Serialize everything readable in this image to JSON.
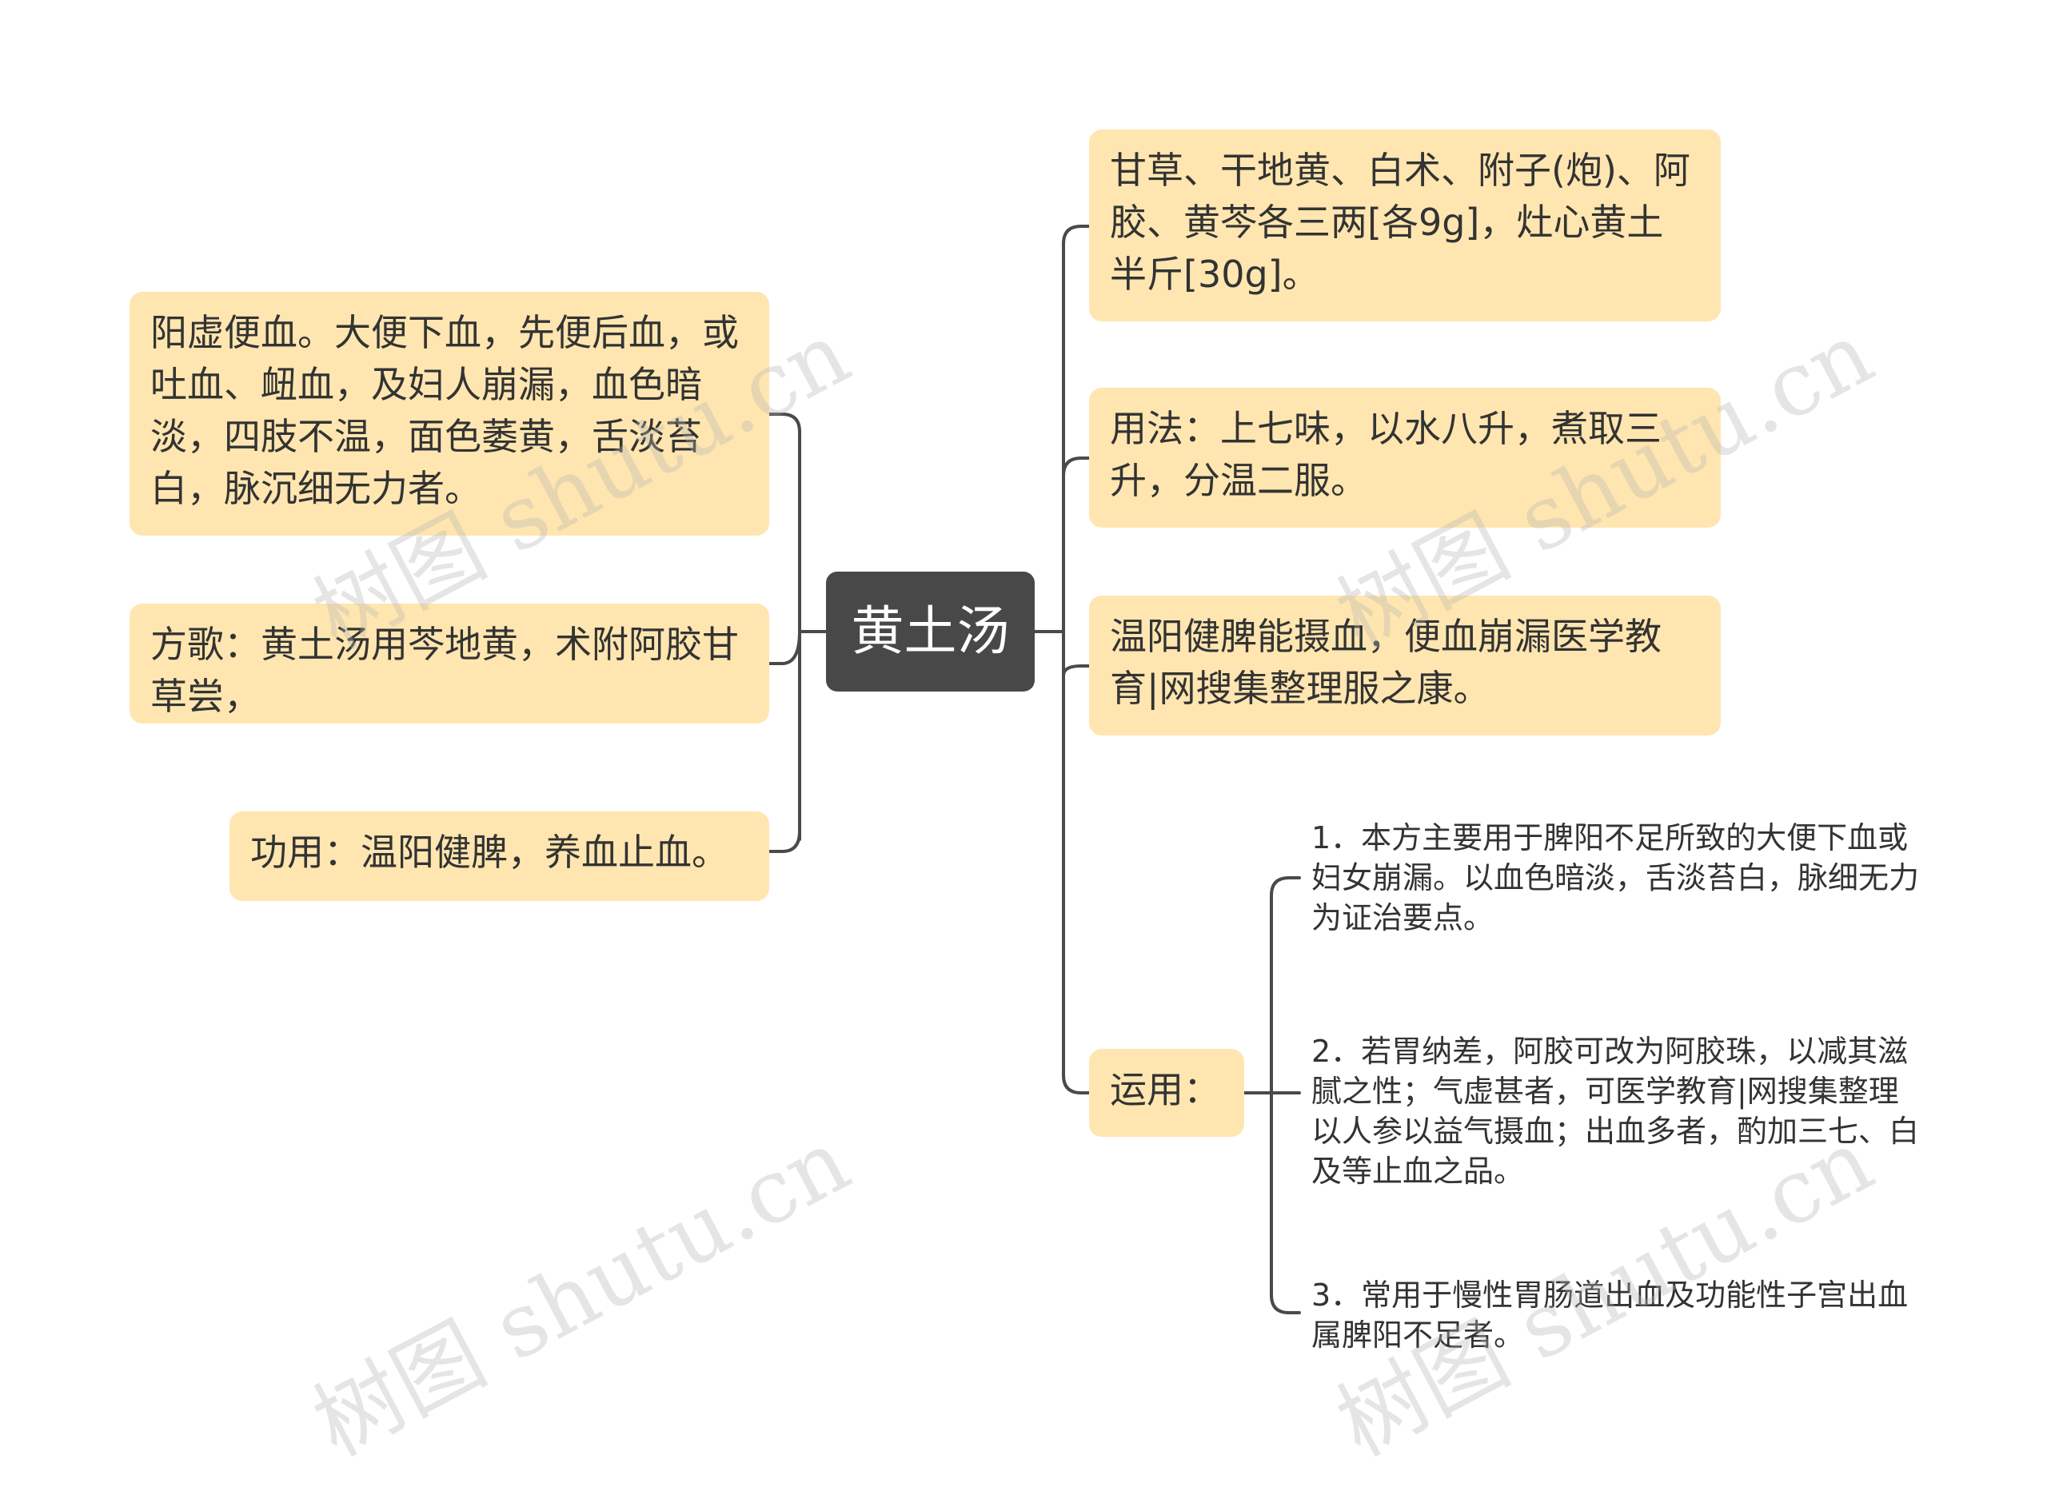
{
  "diagram": {
    "center": {
      "label": "黄土汤"
    },
    "left_branches": [
      {
        "id": "symptoms",
        "text": "阳虚便血。大便下血，先便后血，或吐血、衄血，及妇人崩漏，血色暗淡，四肢不温，面色萎黄，舌淡苔白，脉沉细无力者。"
      },
      {
        "id": "song",
        "text": "方歌：黄土汤用芩地黄，术附阿胶甘草尝，"
      },
      {
        "id": "function",
        "text": "功用：温阳健脾，养血止血。"
      }
    ],
    "right_branches": [
      {
        "id": "ingredients",
        "text": "甘草、干地黄、白术、附子(炮)、阿胶、黄芩各三两[各9g]，灶心黄土半斤[30g]。"
      },
      {
        "id": "usage",
        "text": "用法：上七味，以水八升，煮取三升，分温二服。"
      },
      {
        "id": "effect",
        "text": "温阳健脾能摄血，便血崩漏医学教育|网搜集整理服之康。"
      },
      {
        "id": "application",
        "text": "运用："
      }
    ],
    "application_items": [
      {
        "text": "1．本方主要用于脾阳不足所致的大便下血或妇女崩漏。以血色暗淡，舌淡苔白，脉细无力为证治要点。"
      },
      {
        "text": "2．若胃纳差，阿胶可改为阿胶珠，以减其滋腻之性；气虚甚者，可医学教育|网搜集整理以人参以益气摄血；出血多者，酌加三七、白及等止血之品。"
      },
      {
        "text": "3．常用于慢性胃肠道出血及功能性子宫出血属脾阳不足者。"
      }
    ]
  },
  "watermarks": [
    "树图 shutu.cn",
    "树图 shutu.cn",
    "树图 shutu.cn",
    "树图 shutu.cn"
  ],
  "colors": {
    "node_fill": "#FFE6B0",
    "center_fill": "#484848",
    "connector": "#4A4A4A",
    "text": "#333333"
  }
}
